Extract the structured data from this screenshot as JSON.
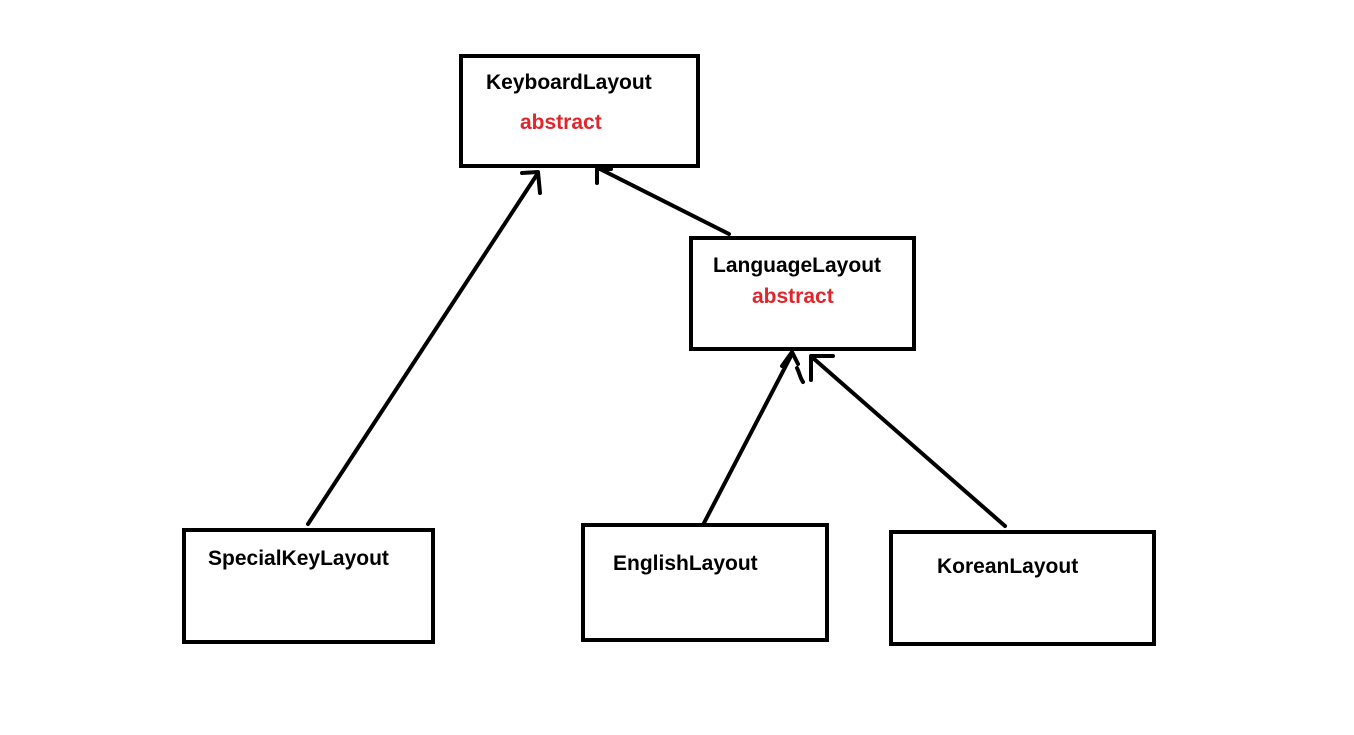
{
  "colors": {
    "line": "#000000",
    "abstract": "#e0262d",
    "background": "#ffffff"
  },
  "nodes": {
    "keyboard_layout": {
      "name": "KeyboardLayout",
      "modifier": "abstract"
    },
    "language_layout": {
      "name": "LanguageLayout",
      "modifier": "abstract"
    },
    "special_key_layout": {
      "name": "SpecialKeyLayout"
    },
    "english_layout": {
      "name": "EnglishLayout"
    },
    "korean_layout": {
      "name": "KoreanLayout"
    }
  },
  "edges": [
    {
      "from": "special_key_layout",
      "to": "keyboard_layout",
      "type": "inheritance"
    },
    {
      "from": "language_layout",
      "to": "keyboard_layout",
      "type": "inheritance"
    },
    {
      "from": "english_layout",
      "to": "language_layout",
      "type": "inheritance"
    },
    {
      "from": "korean_layout",
      "to": "language_layout",
      "type": "inheritance"
    }
  ]
}
